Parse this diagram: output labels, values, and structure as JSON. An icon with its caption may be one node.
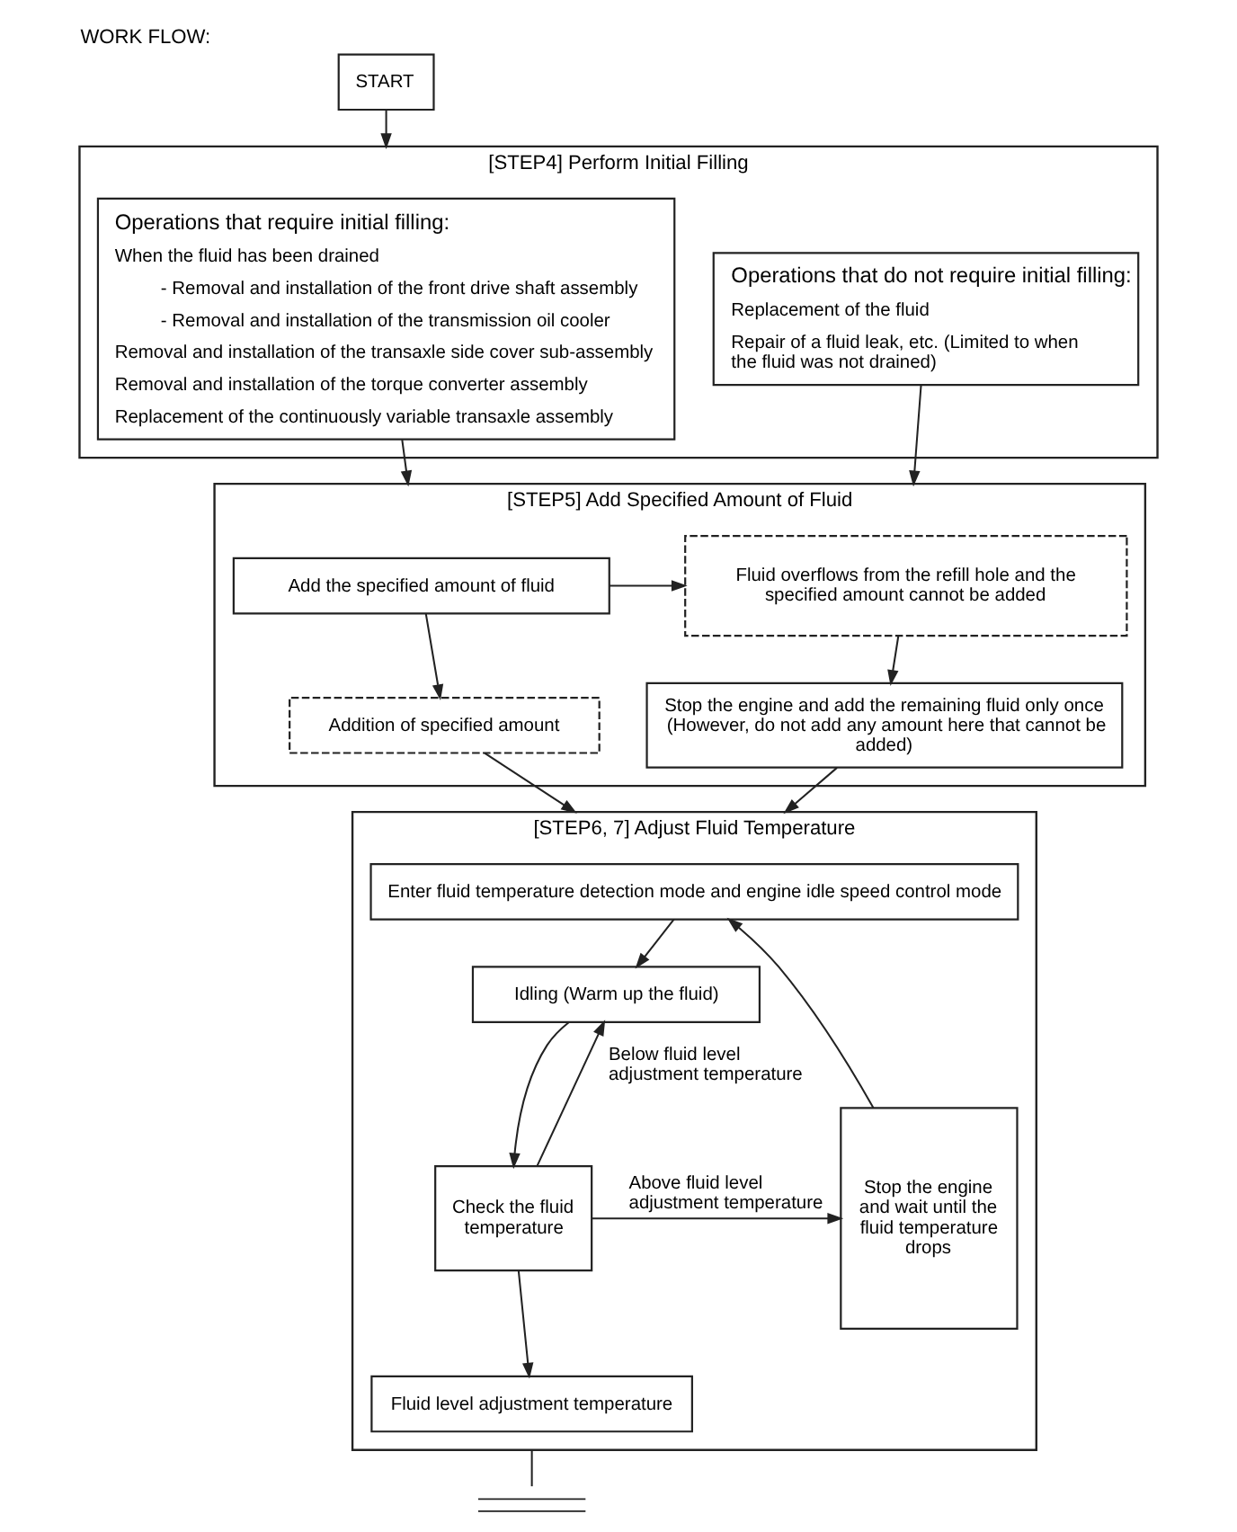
{
  "diagram": {
    "title": "WORK FLOW:",
    "nodes": [
      {
        "text": [
          "START"
        ]
      },
      {
        "text": [
          "[STEP4] Perform Initial Filling"
        ]
      },
      {
        "text": [
          "Operations that require initial filling:",
          "When the fluid has been drained",
          "- Removal and installation of the front drive shaft assembly",
          "- Removal and installation of the transmission oil cooler",
          "Removal and installation of the transaxle side cover sub-assembly",
          "Removal and installation of the torque converter assembly",
          "Replacement of the continuously variable transaxle assembly"
        ],
        "in": 1
      },
      {
        "text": [
          "Operations that do not require initial filling:",
          "Replacement of the fluid",
          "Repair of a fluid leak, etc. (Limited to when the fluid was not drained)"
        ],
        "in": 1
      },
      {
        "text": [
          "[STEP5] Add Specified Amount of Fluid"
        ]
      },
      {
        "text": [
          "Add the specified amount of fluid"
        ],
        "in": 4
      },
      {
        "text": [
          "Fluid overflows from the refill hole and the specified amount cannot be added"
        ],
        "in": 4
      },
      {
        "text": [
          "Addition of specified amount"
        ],
        "in": 4
      },
      {
        "text": [
          "Stop the engine and add the remaining fluid only once (However, do not add any amount here that cannot be added)"
        ],
        "in": 4
      },
      {
        "text": [
          "[STEP6, 7] Adjust Fluid Temperature"
        ]
      },
      {
        "text": [
          "Enter fluid temperature detection mode and engine idle speed control mode"
        ],
        "in": 9
      },
      {
        "text": [
          "Idling (Warm up the fluid)"
        ],
        "in": 9
      },
      {
        "text": [
          "Check the fluid temperature"
        ],
        "in": 9
      },
      {
        "text": [
          "Fluid level adjustment temperature"
        ],
        "in": 9
      },
      {
        "text": [
          "Stop the engine and wait until the fluid temperature drops"
        ],
        "in": 9
      },
      {
        "text": [],
        "shape": "wave"
      }
    ],
    "edges": [
      {
        "from": 0,
        "to": 1,
        "arrow": "to"
      },
      {
        "from": 2,
        "to": 4,
        "arrow": "to"
      },
      {
        "from": 3,
        "to": 4,
        "arrow": "to"
      },
      {
        "from": 5,
        "to": 6,
        "arrow": "to"
      },
      {
        "from": 5,
        "to": 7,
        "arrow": "to"
      },
      {
        "from": 6,
        "to": 8,
        "arrow": "to"
      },
      {
        "from": 7,
        "to": 9,
        "arrow": "to"
      },
      {
        "from": 8,
        "to": 9,
        "arrow": "to"
      },
      {
        "from": 10,
        "to": 11,
        "arrow": "to"
      },
      {
        "from": 11,
        "to": 12,
        "arrow": "to"
      },
      {
        "from": 12,
        "to": 11,
        "arrow": "to",
        "label": "Below fluid level adjustment temperature"
      },
      {
        "from": 12,
        "to": 14,
        "arrow": "to",
        "label": "Above fluid level adjustment temperature"
      },
      {
        "from": 12,
        "to": 13,
        "arrow": "to"
      },
      {
        "from": 14,
        "to": 10,
        "arrow": "to"
      },
      {
        "from": 9,
        "to": 15,
        "arrow": "none"
      }
    ]
  }
}
